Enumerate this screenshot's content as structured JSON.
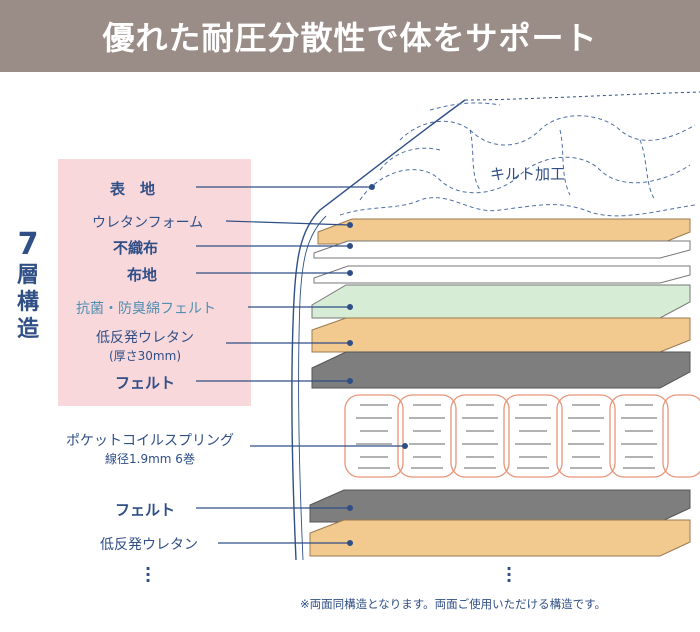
{
  "header": {
    "title": "優れた耐圧分散性で体をサポート"
  },
  "structure_title": {
    "number": "7",
    "chars": [
      "層",
      "構",
      "造"
    ]
  },
  "quilt_label": "キルト加工",
  "labels": {
    "surface": "表　地",
    "urethane_foam": "ウレタンフォーム",
    "nonwoven": "不織布",
    "cloth": "布地",
    "antibac_felt": "抗菌・防臭綿フェルト",
    "low_rebound": "低反発ウレタン",
    "low_rebound_sub": "(厚さ30mm)",
    "felt_top": "フェルト",
    "pocket_coil": "ポケットコイルスプリング",
    "pocket_coil_sub": "線径1.9mm 6巻",
    "felt_bottom": "フェルト",
    "low_rebound_bottom": "低反発ウレタン"
  },
  "footnote": "※両面同構造となります。両面ご使用いただける構造です。",
  "colors": {
    "header_bg": "#9a8c86",
    "pink_box": "#f9d8dc",
    "text_blue": "#2f4f86",
    "urethane": "#f2c98e",
    "felt_gray": "#7e7e7e",
    "mint": "#d6ecd4",
    "coil": "#e8957a"
  }
}
